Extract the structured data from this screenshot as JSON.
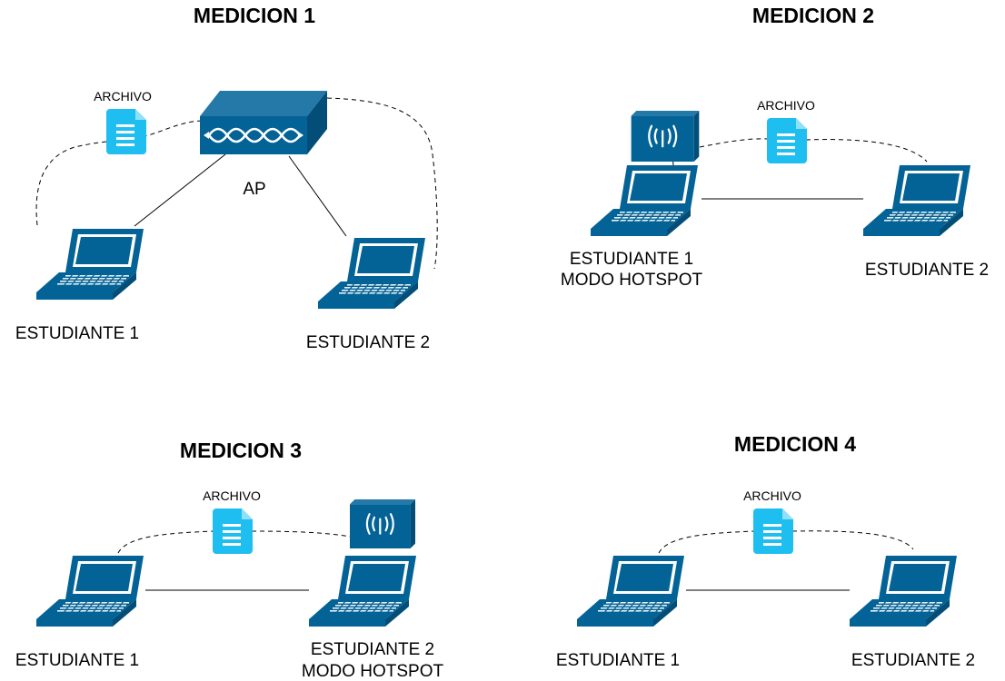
{
  "panels": [
    {
      "title": "MEDICION 1",
      "file_label": "ARCHIVO",
      "ap_label": "AP",
      "student1": "ESTUDIANTE 1",
      "student2": "ESTUDIANTE 2"
    },
    {
      "title": "MEDICION 2",
      "file_label": "ARCHIVO",
      "student1_line1": "ESTUDIANTE 1",
      "student1_line2": "MODO HOTSPOT",
      "student2": "ESTUDIANTE 2"
    },
    {
      "title": "MEDICION 3",
      "file_label": "ARCHIVO",
      "student1": "ESTUDIANTE 1",
      "student2_line1": "ESTUDIANTE 2",
      "student2_line2": "MODO HOTSPOT"
    },
    {
      "title": "MEDICION 4",
      "file_label": "ARCHIVO",
      "student1": "ESTUDIANTE 1",
      "student2": "ESTUDIANTE 2"
    }
  ],
  "icons": {
    "laptop": "laptop-icon",
    "file": "file-icon",
    "access_point": "access-point-icon",
    "hotspot": "wireless-hotspot-icon"
  },
  "colors": {
    "device_blue": "#036396",
    "device_dark": "#024e78",
    "device_light": "#2479a8",
    "file_cyan": "#1ebff0"
  }
}
